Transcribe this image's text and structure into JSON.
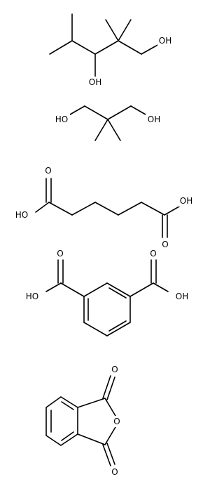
{
  "molecules": [
    {
      "id": "pentanediol",
      "labels": {
        "o1": "OH",
        "o2": "OH"
      }
    },
    {
      "id": "neopentyl-glycol",
      "labels": {
        "o1": "HO",
        "o2": "OH"
      }
    },
    {
      "id": "adipic-acid",
      "labels": {
        "o1": "O",
        "o2": "HO",
        "o3": "OH",
        "o4": "O"
      }
    },
    {
      "id": "isophthalic-acid",
      "labels": {
        "o1": "O",
        "o2": "HO",
        "o3": "O",
        "o4": "OH"
      }
    },
    {
      "id": "phthalic-anhydride",
      "labels": {
        "o1": "O",
        "o2": "O",
        "o3": "O"
      }
    }
  ],
  "colors": {
    "bond": "#000000",
    "text": "#000000",
    "background": "#ffffff"
  }
}
